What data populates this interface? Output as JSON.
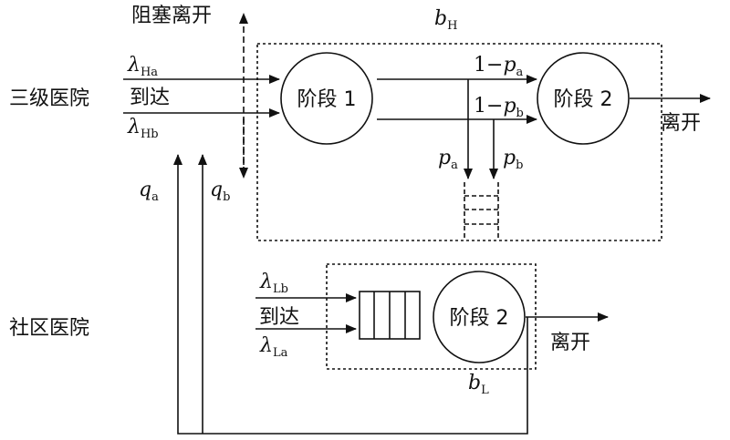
{
  "labels": {
    "tertiary_hospital": "三级医院",
    "community_hospital": "社区医院",
    "blocked_leave": "阻塞离开",
    "arrive": "到达",
    "leave": "离开",
    "stage1": "阶段 1",
    "stage2": "阶段 2"
  },
  "symbols": {
    "lambda": "λ",
    "b": "b",
    "q": "q",
    "p": "p",
    "one_minus": "1−",
    "sub_Ha": "Ha",
    "sub_Hb": "Hb",
    "sub_Lb": "Lb",
    "sub_La": "La",
    "sub_H": "H",
    "sub_L": "L",
    "sub_a": "a",
    "sub_b": "b"
  }
}
